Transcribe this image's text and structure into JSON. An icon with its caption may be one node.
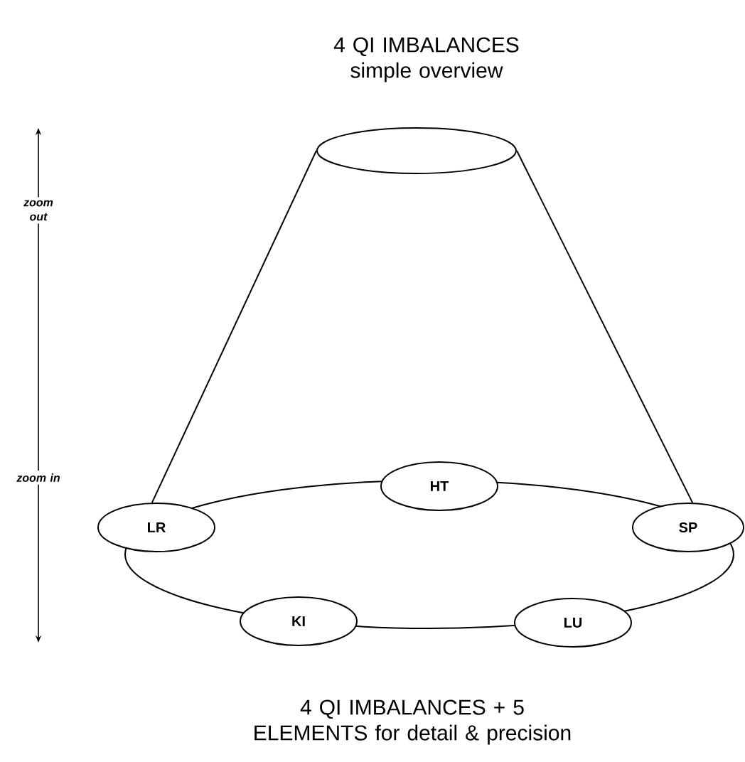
{
  "diagram": {
    "title": "4 QI IMBALANCES simple overview",
    "caption": "4 QI IMBALANCES + 5 ELEMENTS for detail & precision",
    "nodes": [
      {
        "text": [],
        "shape": "ellipse"
      },
      {
        "text": [],
        "shape": "ellipse"
      },
      {
        "text": [
          "HT"
        ]
      },
      {
        "text": [
          "LR"
        ]
      },
      {
        "text": [
          "SP"
        ]
      },
      {
        "text": [
          "KI"
        ]
      },
      {
        "text": [
          "LU"
        ]
      }
    ],
    "edges": [
      {
        "from": 0,
        "to": 3,
        "arrow": "none"
      },
      {
        "from": 0,
        "to": 4,
        "arrow": "none"
      }
    ],
    "labels": [
      "zoom out",
      "zoom in"
    ]
  }
}
